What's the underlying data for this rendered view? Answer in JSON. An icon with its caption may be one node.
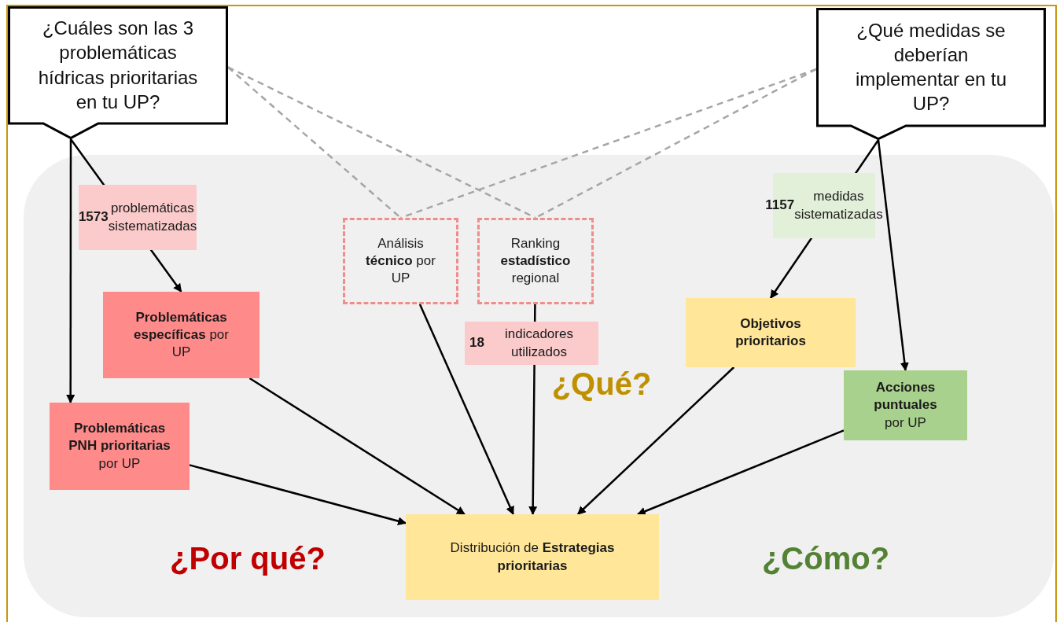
{
  "diagram": {
    "nodes": [
      {
        "text": [
          "¿Cuáles son las 3 problemáticas hídricas prioritarias en tu UP?"
        ]
      },
      {
        "text": [
          "¿Qué medidas se deberían implementar en tu UP?"
        ]
      },
      {
        "text": [
          "Análisis **técnico** por UP"
        ]
      },
      {
        "text": [
          "Ranking **estadístico** regional"
        ]
      },
      {
        "text": [
          "**Problemáticas específicas** por UP"
        ]
      },
      {
        "text": [
          "Objetivos prioritarios"
        ]
      },
      {
        "text": [
          "**Acciones puntuales** por UP"
        ]
      },
      {
        "text": [
          "**Problemáticas PNH prioritarias** por UP"
        ]
      },
      {
        "text": [
          "Distribución de **Estrategias prioritarias**"
        ]
      }
    ],
    "edges": [
      {
        "from": 0,
        "to": 7,
        "arrow": "to"
      },
      {
        "from": 0,
        "to": 4,
        "arrow": "to",
        "label": "**1573** problemáticas sistematizadas"
      },
      {
        "from": 0,
        "to": 2,
        "arrow": "none",
        "style": "dashed",
        "color": "#a6a6a6"
      },
      {
        "from": 0,
        "to": 3,
        "arrow": "none",
        "style": "dashed",
        "color": "#a6a6a6"
      },
      {
        "from": 1,
        "to": 2,
        "arrow": "none",
        "style": "dashed",
        "color": "#a6a6a6"
      },
      {
        "from": 1,
        "to": 3,
        "arrow": "none",
        "style": "dashed",
        "color": "#a6a6a6"
      },
      {
        "from": 1,
        "to": 5,
        "arrow": "to",
        "label": "**1157** medidas sistematizadas"
      },
      {
        "from": 1,
        "to": 6,
        "arrow": "to"
      },
      {
        "from": 4,
        "to": 8,
        "arrow": "to"
      },
      {
        "from": 7,
        "to": 8,
        "arrow": "to"
      },
      {
        "from": 2,
        "to": 8,
        "arrow": "to"
      },
      {
        "from": 3,
        "to": 8,
        "arrow": "to",
        "label": "**18** indicadores utilizados"
      },
      {
        "from": 5,
        "to": 8,
        "arrow": "to"
      },
      {
        "from": 6,
        "to": 8,
        "arrow": "to"
      }
    ],
    "labels": [
      "¿Qué?",
      "¿Por qué?",
      "¿Cómo?"
    ]
  }
}
